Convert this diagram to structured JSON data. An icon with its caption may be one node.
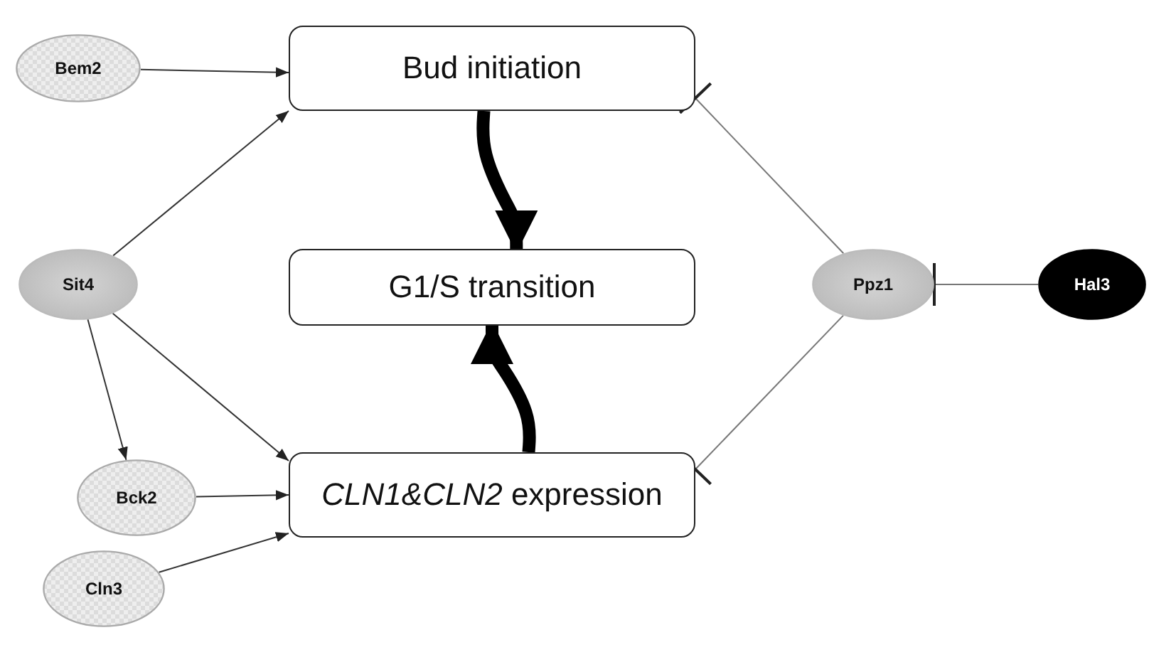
{
  "diagram": {
    "nodes": [
      {
        "text": [
          "Bem2"
        ]
      },
      {
        "text": [
          "Bud initiation"
        ]
      },
      {
        "text": [
          "Sit4"
        ]
      },
      {
        "text": [
          "G1/S transition"
        ]
      },
      {
        "text": [
          "Ppz1"
        ]
      },
      {
        "text": [
          "Hal3"
        ]
      },
      {
        "text": [
          "Bck2"
        ]
      },
      {
        "text": [
          "*CLN1&CLN2* expression"
        ]
      },
      {
        "text": [
          "Cln3"
        ]
      }
    ],
    "edges": [
      {
        "from": 0,
        "to": 1,
        "arrow": "to"
      },
      {
        "from": 2,
        "to": 1,
        "arrow": "to"
      },
      {
        "from": 1,
        "to": 3,
        "arrow": "to",
        "style": "thick"
      },
      {
        "from": 2,
        "to": 6,
        "arrow": "to"
      },
      {
        "from": 2,
        "to": 7,
        "arrow": "to"
      },
      {
        "from": 6,
        "to": 7,
        "arrow": "to"
      },
      {
        "from": 8,
        "to": 7,
        "arrow": "to"
      },
      {
        "from": 7,
        "to": 3,
        "arrow": "to",
        "style": "thick"
      },
      {
        "from": 4,
        "to": 1,
        "arrow": "other"
      },
      {
        "from": 4,
        "to": 7,
        "arrow": "other"
      },
      {
        "from": 5,
        "to": 4,
        "arrow": "other"
      }
    ]
  }
}
